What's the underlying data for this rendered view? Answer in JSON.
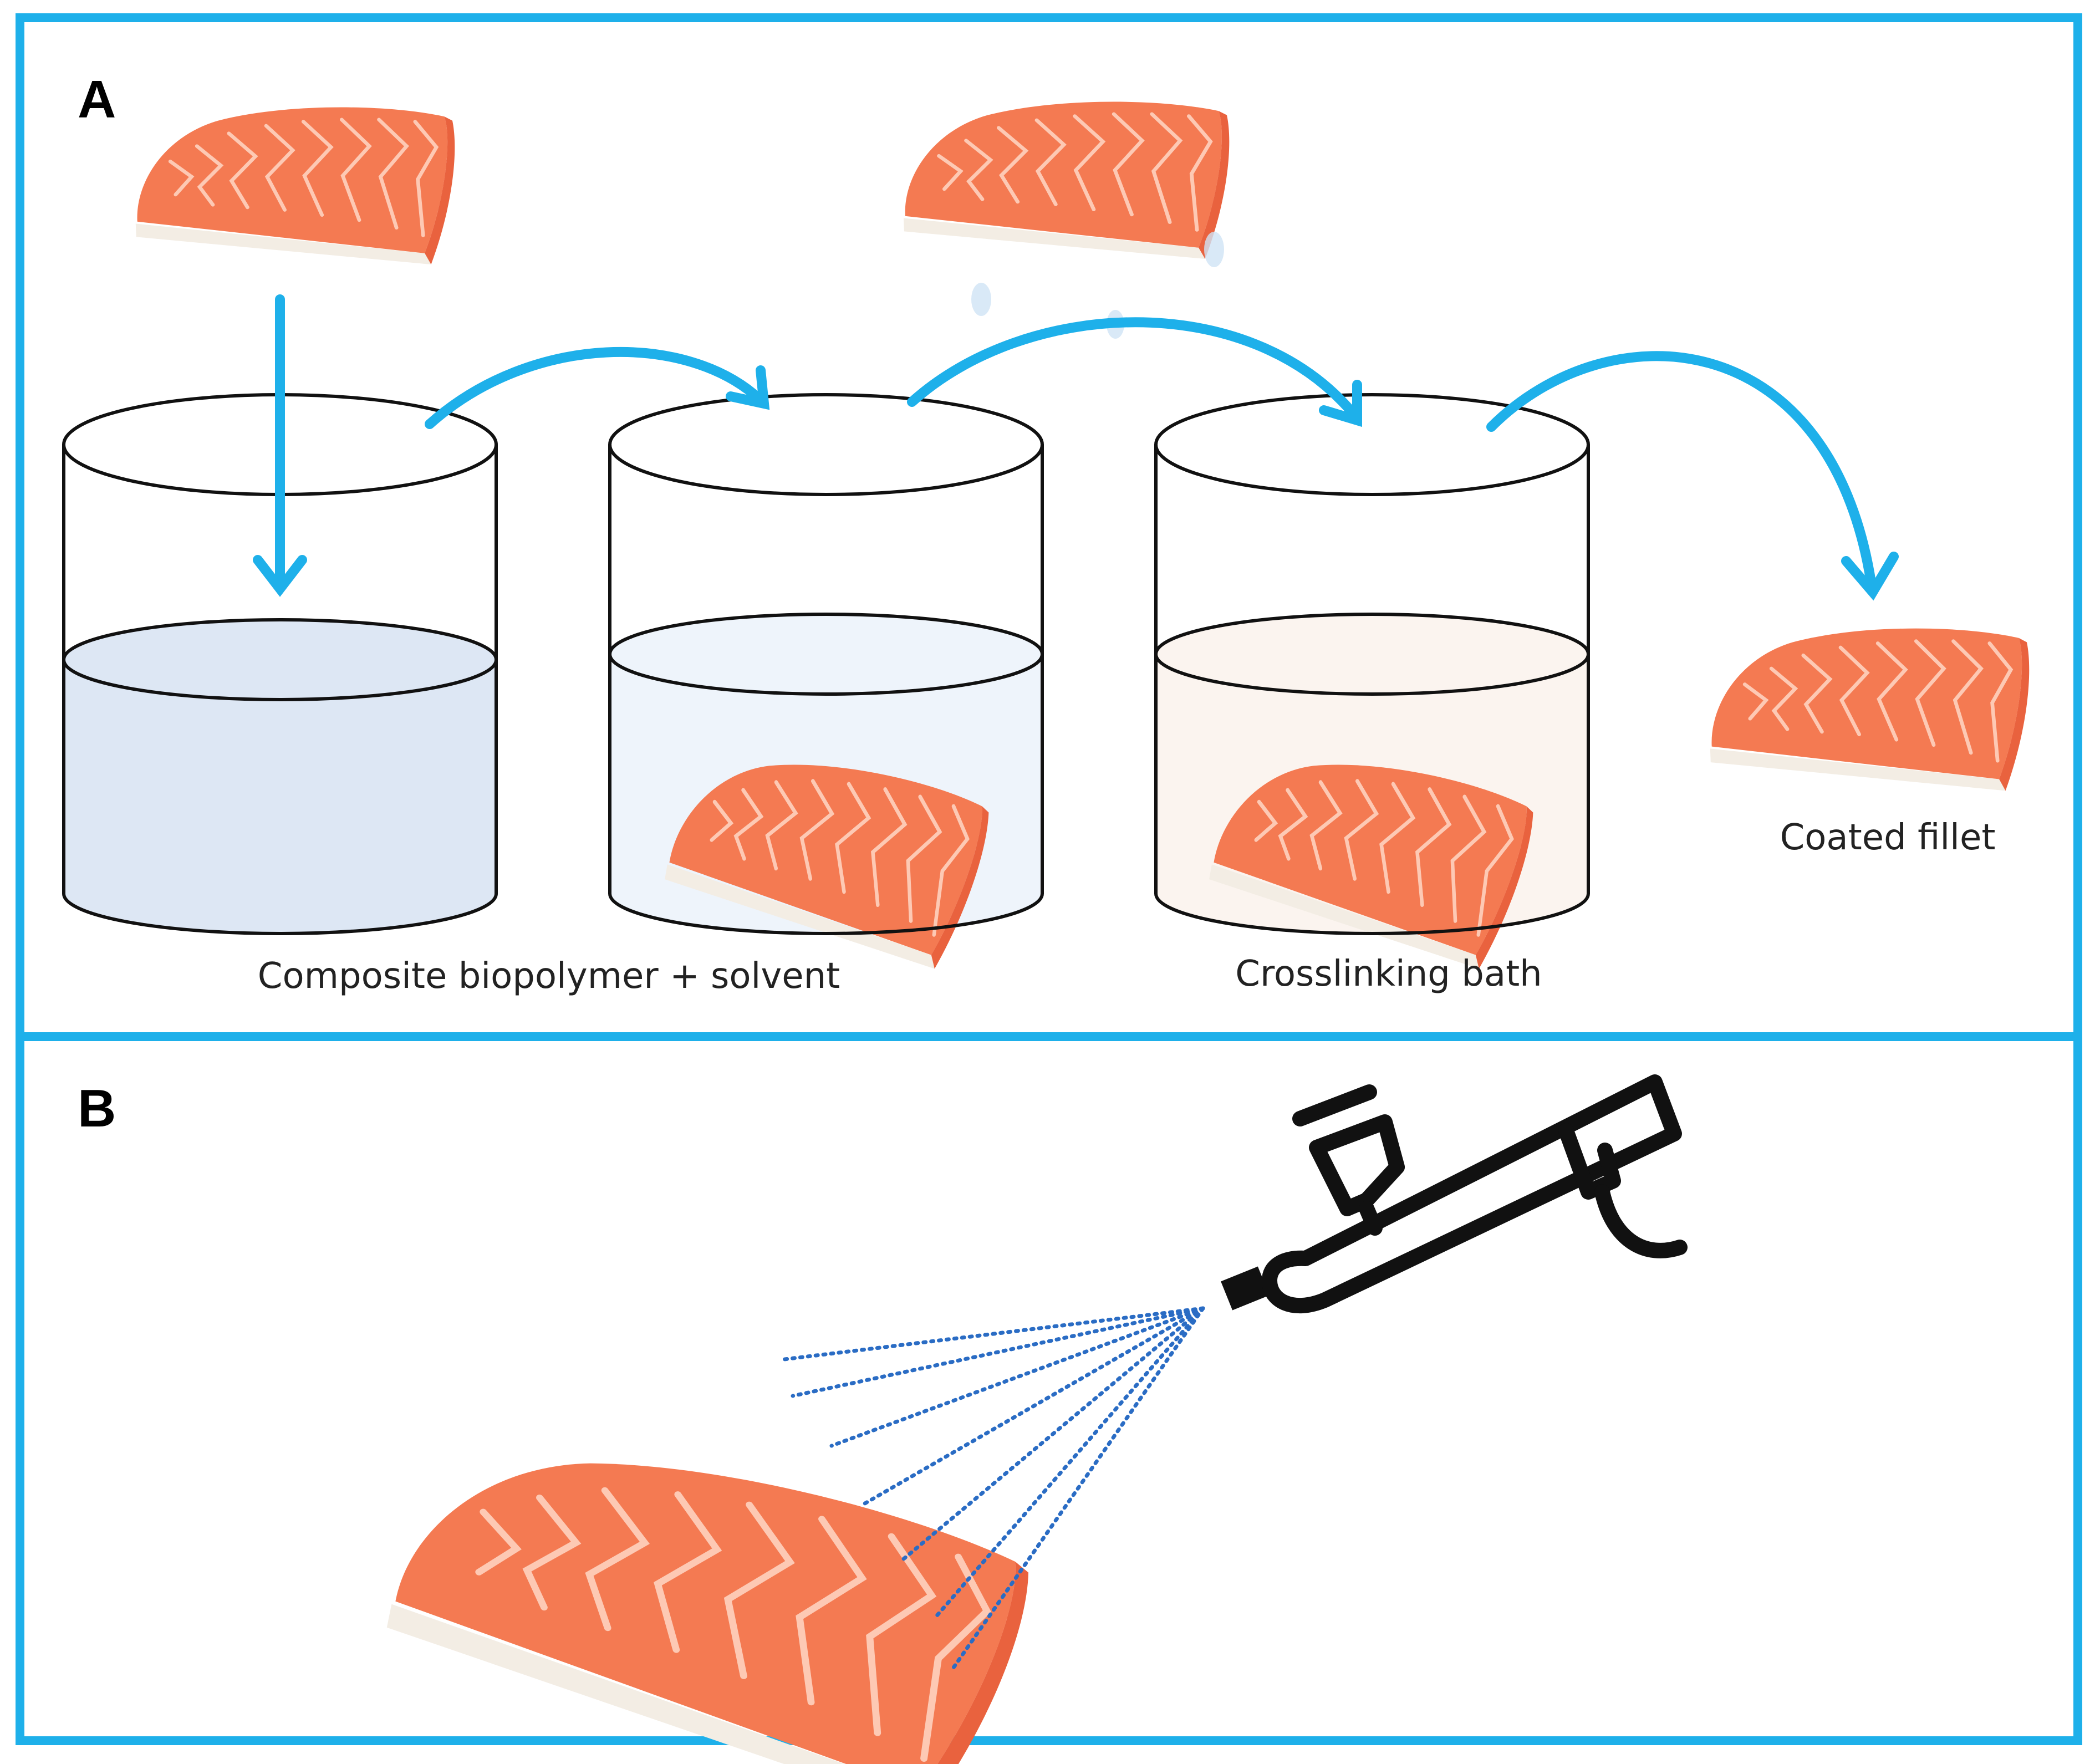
{
  "panels": [
    {
      "letter": "A"
    },
    {
      "letter": "B"
    }
  ],
  "labels": {
    "composite": "Composite biopolymer + solvent",
    "crosslinking": "Crosslinking bath",
    "coated": "Coated fillet"
  },
  "colors": {
    "frame": "#1eb0ea",
    "arrow": "#1eb0ea",
    "liquid_1": "#dde7f4",
    "liquid_2": "#eef4fb",
    "liquid_3": "#fbf4ef",
    "spray": "#2a6cc4",
    "salmon": "#f47a52",
    "salmon_stripe": "#ffd7c6",
    "skin": "#f3ede4"
  },
  "icons": {
    "fillet": "salmon-fillet-icon",
    "beaker": "beaker-icon",
    "airbrush": "airbrush-icon"
  }
}
